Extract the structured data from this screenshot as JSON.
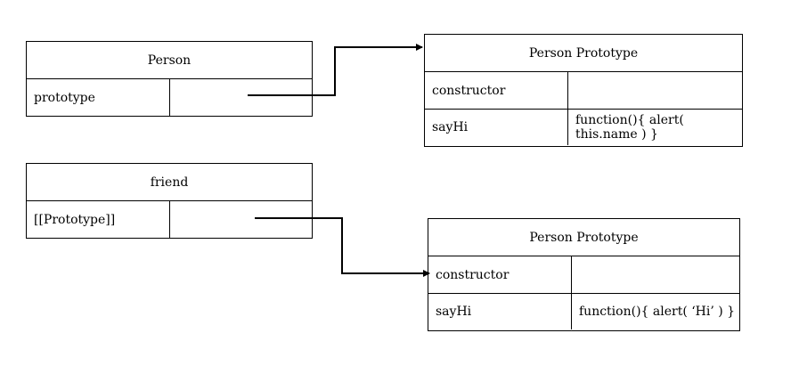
{
  "person": {
    "title": "Person",
    "rows": [
      {
        "key": "prototype",
        "value": ""
      }
    ]
  },
  "friend": {
    "title": "friend",
    "rows": [
      {
        "key": "[[Prototype]]",
        "value": ""
      }
    ]
  },
  "proto_top": {
    "title": "Person Prototype",
    "rows": [
      {
        "key": "constructor",
        "value": ""
      },
      {
        "key": "sayHi",
        "value": "function(){ alert( this.name ) }"
      }
    ]
  },
  "proto_bottom": {
    "title": "Person Prototype",
    "rows": [
      {
        "key": "constructor",
        "value": ""
      },
      {
        "key": "sayHi",
        "value": "function(){ alert( ‘Hi’ ) }"
      }
    ]
  }
}
